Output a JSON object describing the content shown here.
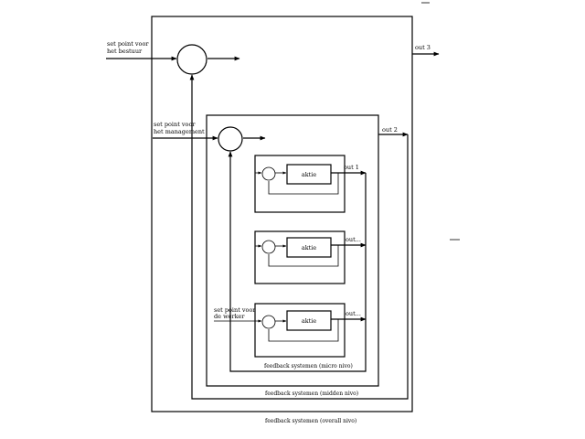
{
  "labels": {
    "setpoint_board": [
      "set point voor",
      "het bestuur"
    ],
    "setpoint_management": [
      "set point voor",
      "het management"
    ],
    "setpoint_workers": [
      "set point voor",
      "de werker"
    ],
    "out_3": "out 3",
    "out_2": "out 2",
    "out_1": "out 1",
    "out_mid": "out...",
    "out_low": "out...",
    "block_1": "aktie",
    "block_2": "aktie",
    "block_3": "aktie",
    "caption_micro": "feedback systemen (micro nivo)",
    "caption_middle": "feedback systemen (midden nivo)",
    "caption_overall": "feedback systemen (overall nivo)"
  }
}
